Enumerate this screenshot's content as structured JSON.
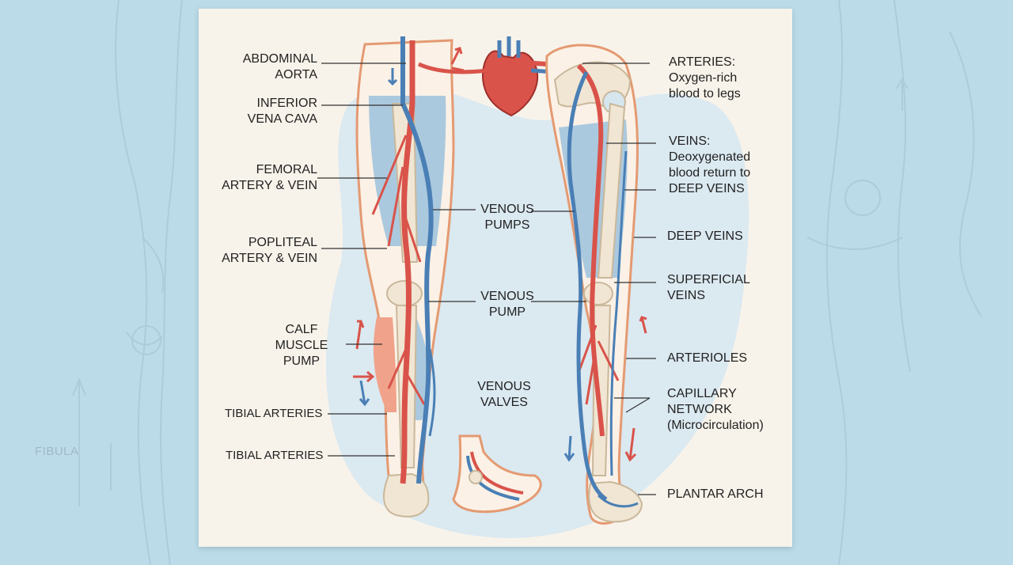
{
  "background_label": "FIBULA",
  "labels": {
    "abdominal_aorta": [
      "ABDOMINAL",
      "AORTA"
    ],
    "inferior_vena_cava": [
      "INFERIOR",
      "VENA CAVA"
    ],
    "femoral": [
      "FEMORAL",
      "ARTERY & VEIN"
    ],
    "popliteal": [
      "POPLITEAL",
      "ARTERY & VEIN"
    ],
    "calf_muscle_pump": [
      "CALF",
      "MUSCLE",
      "PUMP"
    ],
    "tibial_arteries_1": "TIBIAL ARTERIES",
    "tibial_arteries_2": "TIBIAL ARTERIES",
    "venous_pumps": [
      "VENOUS",
      "PUMPS"
    ],
    "venous_pump": [
      "VENOUS",
      "PUMP"
    ],
    "venous_valves": [
      "VENOUS",
      "VALVES"
    ],
    "arteries": [
      "ARTERIES:",
      "Oxygen-rich",
      "blood to legs"
    ],
    "veins": [
      "VEINS:",
      "Deoxygenated",
      "blood return to",
      "DEEP VEINS"
    ],
    "deep_veins": "DEEP VEINS",
    "superficial_veins": [
      "SUPERFICIAL",
      "VEINS"
    ],
    "arterioles": "ARTERIOLES",
    "capillary_network": [
      "CAPILLARY",
      "NETWORK",
      "(Microcirculation)"
    ],
    "plantar_arch": "PLANTAR ARCH"
  },
  "colors": {
    "artery": "#d9534a",
    "vein": "#4a7fb5",
    "bone": "#f1e6d3",
    "muscle": "#9cc2dc",
    "skin_outline": "#e49a72",
    "leader": "#333333"
  }
}
